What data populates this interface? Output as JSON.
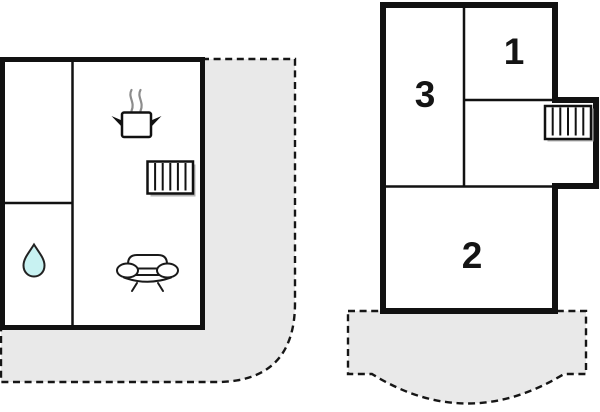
{
  "page": {
    "background": "#ffffff",
    "type": "vacation-home-floor-plan"
  },
  "colors": {
    "wall": "#111111",
    "terrace_fill": "#e9e9e9",
    "dash_stroke": "#161616",
    "water_drop_fill": "#c8f2f2",
    "steam_stroke": "#8c8c8c",
    "radiator_shadow": "#b5b5b5",
    "room_fill": "#ffffff"
  },
  "floorplan": {
    "left_unit": {
      "name": "living-level",
      "icons": [
        {
          "name": "cooking-pot-icon"
        },
        {
          "name": "steam-icon"
        },
        {
          "name": "radiator-icon"
        },
        {
          "name": "sofa-icon"
        },
        {
          "name": "water-drop-icon"
        }
      ],
      "terrace": {
        "name": "terrace-left",
        "outline": "dashed"
      }
    },
    "right_unit": {
      "name": "bedroom-level",
      "rooms": [
        {
          "id": "room-1",
          "label": "1"
        },
        {
          "id": "room-2",
          "label": "2"
        },
        {
          "id": "room-3",
          "label": "3"
        }
      ],
      "icons": [
        {
          "name": "radiator-icon"
        }
      ],
      "terrace": {
        "name": "terrace-right",
        "outline": "dashed"
      }
    }
  }
}
